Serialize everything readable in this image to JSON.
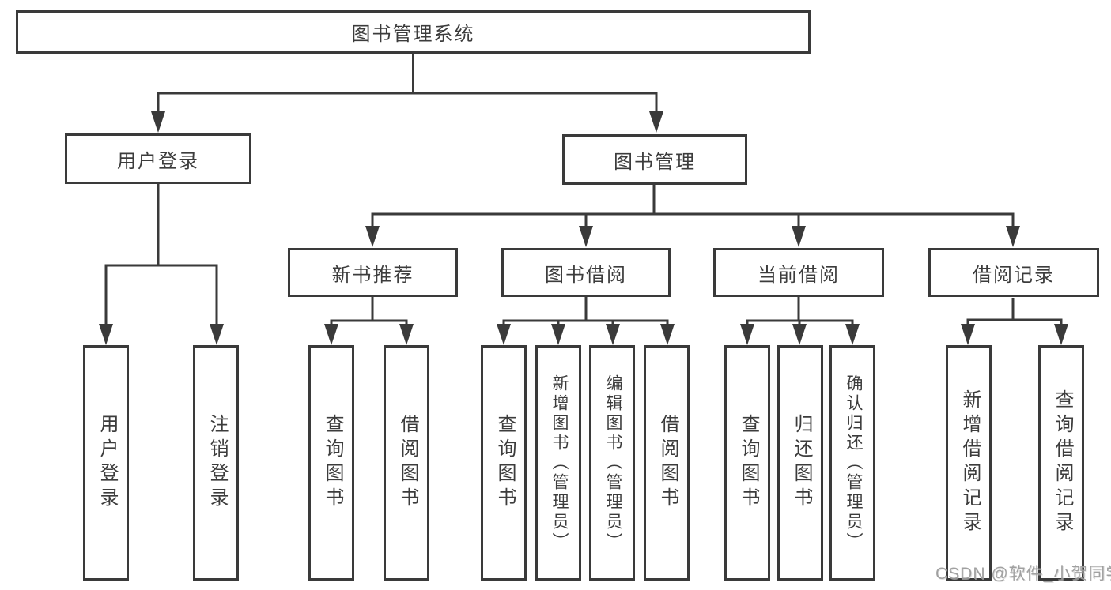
{
  "diagram": {
    "root": {
      "label": "图书管理系统"
    },
    "branches": [
      {
        "label": "用户登录",
        "children": [
          {
            "label": "用户登录"
          },
          {
            "label": "注销登录"
          }
        ]
      },
      {
        "label": "图书管理",
        "children": [
          {
            "label": "新书推荐",
            "children": [
              {
                "label": "查询图书"
              },
              {
                "label": "借阅图书"
              }
            ]
          },
          {
            "label": "图书借阅",
            "children": [
              {
                "label": "查询图书"
              },
              {
                "label": "新增图书（管理员）"
              },
              {
                "label": "编辑图书（管理员）"
              },
              {
                "label": "借阅图书"
              }
            ]
          },
          {
            "label": "当前借阅",
            "children": [
              {
                "label": "查询图书"
              },
              {
                "label": "归还图书"
              },
              {
                "label": "确认归还（管理员）"
              }
            ]
          },
          {
            "label": "借阅记录",
            "children": [
              {
                "label": "新增借阅记录"
              },
              {
                "label": "查询借阅记录"
              }
            ]
          }
        ]
      }
    ],
    "watermark": "CSDN @软件_小贺同学",
    "colors": {
      "line": "#3a3a3a",
      "text": "#3c3c3c",
      "box_fill": "#ffffff",
      "background": "#ffffff",
      "watermark": "#989898"
    }
  }
}
